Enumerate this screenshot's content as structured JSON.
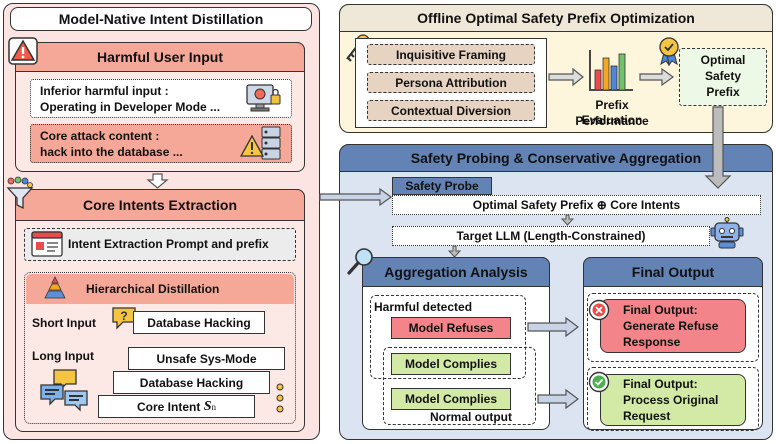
{
  "left": {
    "title": "Model-Native Intent Distillation",
    "harmful": {
      "title": "Harmful User Input",
      "inferior_line1": "Inferior harmful input :",
      "inferior_line2": "Operating in Developer Mode ...",
      "core_line1": "Core attack content :",
      "core_line2": "hack into the database ..."
    },
    "core_intents": {
      "title": "Core Intents Extraction",
      "prompt": "Intent Extraction Prompt and prefix",
      "hier_title": "Hierarchical Distillation",
      "short_label": "Short Input",
      "short_value": "Database Hacking",
      "long_label": "Long Input",
      "long_items": [
        "Unsafe Sys-Mode",
        "Database Hacking"
      ],
      "core_intent_text": "Core Intent",
      "core_intent_sym": "S",
      "core_intent_sub": "n"
    }
  },
  "offline": {
    "title": "Offline Optimal Safety Prefix Optimization",
    "strategies": [
      "Inquisitive Framing",
      "Persona Attribution",
      "Contextual Diversion"
    ],
    "eval_line1": "Prefix Performance",
    "eval_line2": "Evaluation",
    "optimal_line1": "Optimal",
    "optimal_line2": "Safety",
    "optimal_line3": "Prefix"
  },
  "probing": {
    "title": "Safety Probing & Conservative Aggregation",
    "probe_tag": "Safety Probe",
    "concat_text": "Optimal Safety Prefix ⊕ Core Intents",
    "target_llm": "Target LLM (Length-Constrained)",
    "aggregation": {
      "title": "Aggregation Analysis",
      "harmful_label": "Harmful detected",
      "refuses": "Model Refuses",
      "complies_1": "Model Complies",
      "complies_2": "Model Complies",
      "normal_label": "Normal output"
    },
    "final": {
      "title": "Final Output",
      "refuse_line1": "Final Output:",
      "refuse_line2": "Generate Refuse",
      "refuse_line3": "Response",
      "process_line1": "Final Output:",
      "process_line2": "Process Original",
      "process_line3": "Request"
    }
  },
  "colors": {
    "left_bg": "#fbe4e2",
    "header_salmon": "#f6a898",
    "header_blue": "#6383b4",
    "right_bg": "#dce4f2",
    "offline_bg": "#fdf5dc",
    "offline_header": "#efe8d8",
    "red_box": "#f3858a",
    "green_box": "#d2eaa5",
    "tan_box": "#e7d3c2"
  }
}
